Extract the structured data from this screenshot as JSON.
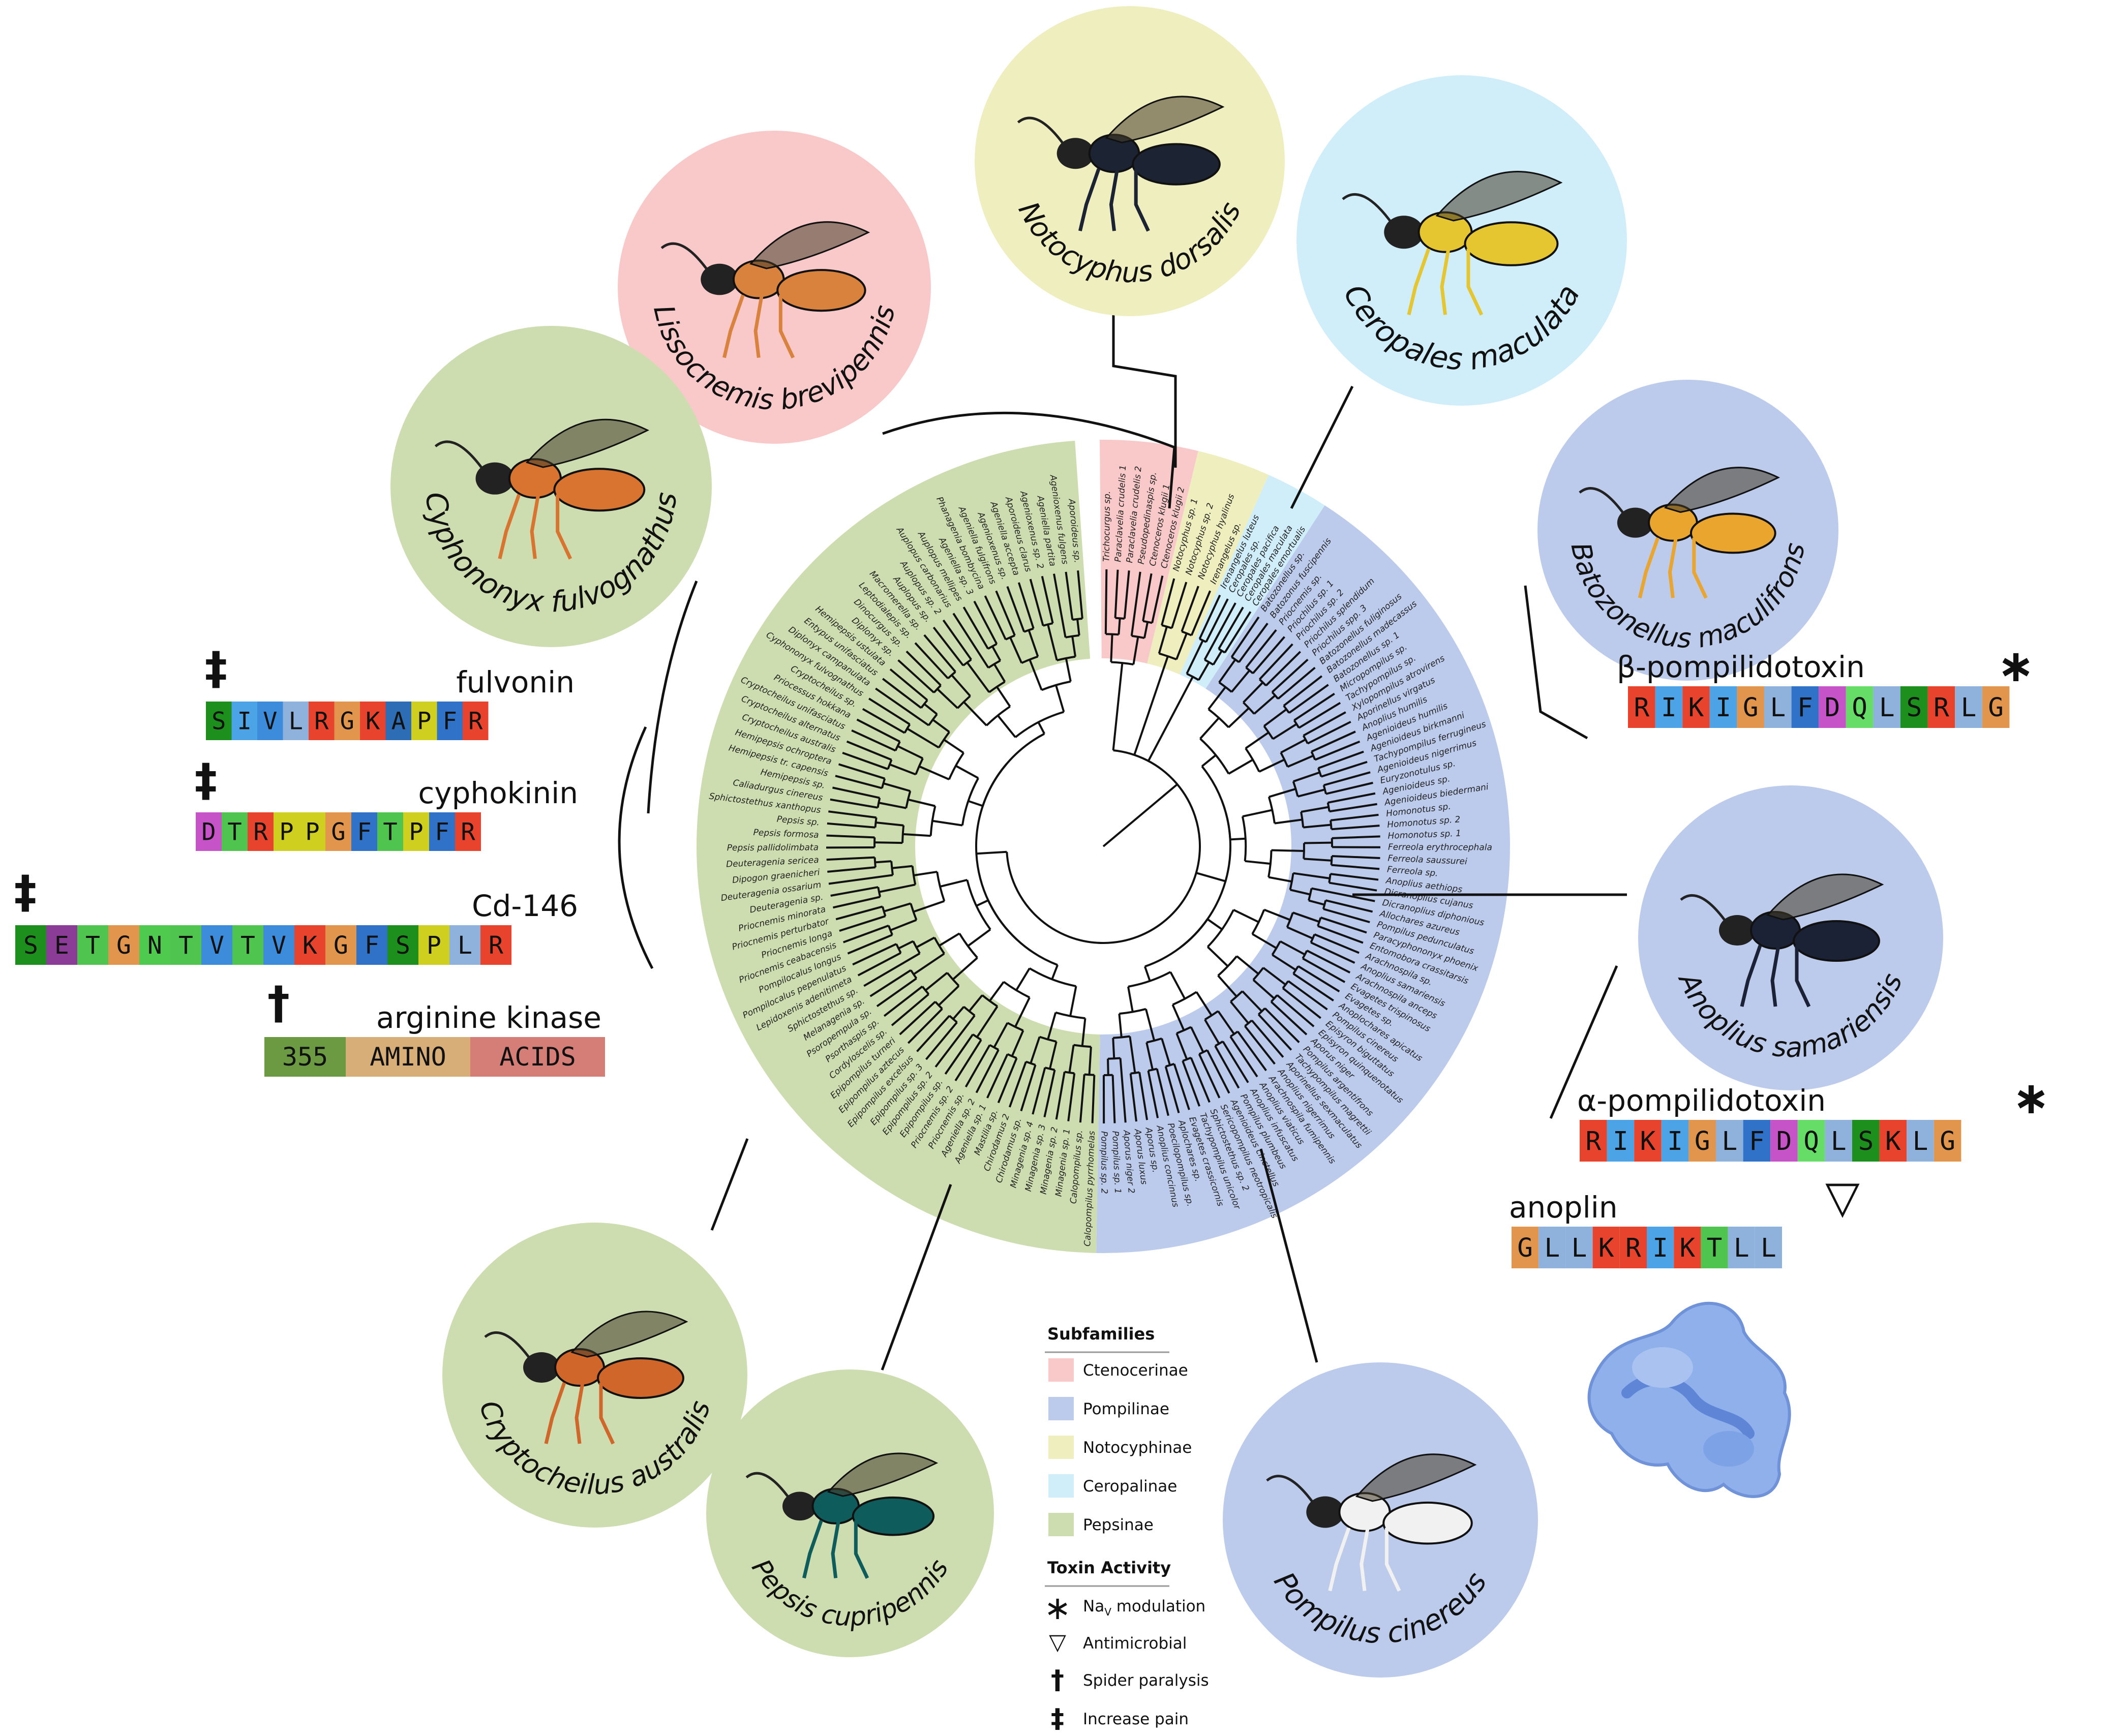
{
  "subfamilies": {
    "ctenocerinae": {
      "name": "Ctenocerinae",
      "color": "#f9c9c9"
    },
    "pompilinae": {
      "name": "Pompilinae",
      "color": "#bccbec"
    },
    "notocyphinae": {
      "name": "Notocyphinae",
      "color": "#efeebf"
    },
    "ceropalinae": {
      "name": "Ceropalinae",
      "color": "#cfeefa"
    },
    "pepsinae": {
      "name": "Pepsinae",
      "color": "#cdddb0"
    }
  },
  "species_circles": [
    {
      "id": "lissocnemis",
      "name": "Lissocnemis brevipennis",
      "subfamily": "ctenocerinae"
    },
    {
      "id": "notocyphus",
      "name": "Notocyphus dorsalis",
      "subfamily": "notocyphinae"
    },
    {
      "id": "ceropales",
      "name": "Ceropales maculata",
      "subfamily": "ceropalinae"
    },
    {
      "id": "batozonellus",
      "name": "Batozonellus maculifrons",
      "subfamily": "pompilinae"
    },
    {
      "id": "cyphononyx",
      "name": "Cyphononyx fulvognathus",
      "subfamily": "pepsinae"
    },
    {
      "id": "anoplius",
      "name": "Anoplius samariensis",
      "subfamily": "pompilinae"
    },
    {
      "id": "cryptocheilus",
      "name": "Cryptocheilus australis",
      "subfamily": "pepsinae"
    },
    {
      "id": "pepsis",
      "name": "Pepsis cupripennis",
      "subfamily": "pepsinae"
    },
    {
      "id": "pompilus",
      "name": "Pompilus cinereus",
      "subfamily": "pompilinae"
    }
  ],
  "peptides": [
    {
      "id": "fulvonin",
      "name": "fulvonin",
      "symbol": "‡",
      "residues": [
        "S",
        "I",
        "V",
        "L",
        "R",
        "G",
        "K",
        "A",
        "P",
        "F",
        "R"
      ]
    },
    {
      "id": "cyphokinin",
      "name": "cyphokinin",
      "symbol": "‡",
      "residues": [
        "D",
        "T",
        "R",
        "P",
        "P",
        "G",
        "F",
        "T",
        "P",
        "F",
        "R"
      ]
    },
    {
      "id": "cd146",
      "name": "Cd-146",
      "symbol": "‡",
      "residues": [
        "S",
        "E",
        "T",
        "G",
        "N",
        "T",
        "V",
        "T",
        "V",
        "K",
        "G",
        "F",
        "S",
        "P",
        "L",
        "R"
      ]
    },
    {
      "id": "arginine-kinase",
      "name": "arginine kinase",
      "symbol": "†",
      "blocks": [
        "355",
        "AMINO",
        "ACIDS"
      ]
    },
    {
      "id": "beta-pompilidotoxin",
      "name": "β-pompilidotoxin",
      "symbol": "∗",
      "residues": [
        "R",
        "I",
        "K",
        "I",
        "G",
        "L",
        "F",
        "D",
        "Q",
        "L",
        "S",
        "R",
        "L",
        "G"
      ]
    },
    {
      "id": "alpha-pompilidotoxin",
      "name": "α-pompilidotoxin",
      "symbol": "∗",
      "residues": [
        "R",
        "I",
        "K",
        "I",
        "G",
        "L",
        "F",
        "D",
        "Q",
        "L",
        "S",
        "K",
        "L",
        "G"
      ]
    },
    {
      "id": "anoplin",
      "name": "anoplin",
      "symbol": "▽",
      "residues": [
        "G",
        "L",
        "L",
        "K",
        "R",
        "I",
        "K",
        "T",
        "L",
        "L"
      ]
    }
  ],
  "residue_colors": {
    "A": "#2c6db5",
    "C": "#e0d04a",
    "D": "#c653c7",
    "E": "#8a3c96",
    "F": "#2f72c8",
    "G": "#e2954c",
    "H": "#8fb5d6",
    "I": "#4ca3e6",
    "K": "#e8432c",
    "L": "#8fb2dc",
    "M": "#7fc46f",
    "N": "#4fca4f",
    "P": "#cfcf1f",
    "Q": "#66dd66",
    "R": "#e8432c",
    "S": "#1d8f1d",
    "T": "#4fc44f",
    "V": "#3d8cdc",
    "W": "#2f72c8",
    "Y": "#6fb2d6"
  },
  "arginine_block_colors": [
    "#6b9a42",
    "#d8ae78",
    "#d57e78"
  ],
  "legend": {
    "subfamilies_title": "Subfamilies",
    "toxin_title": "Toxin Activity",
    "toxin_items": [
      {
        "symbol": "∗",
        "label_main": "Na",
        "label_sub": "V",
        "label_rest": " modulation"
      },
      {
        "symbol": "▽",
        "label_main": "Antimicrobial",
        "label_sub": "",
        "label_rest": ""
      },
      {
        "symbol": "†",
        "label_main": "Spider paralysis",
        "label_sub": "",
        "label_rest": ""
      },
      {
        "symbol": "‡",
        "label_main": "Increase pain",
        "label_sub": "",
        "label_rest": ""
      }
    ]
  },
  "tree_tips": {
    "ctenocerinae": [
      "Trichocurgus sp.",
      "Paraclavelia crudelis 1",
      "Paraclavelia crudelis 2",
      "Pseudopedinaspis sp.",
      "Ctenoceros klugii 1",
      "Ctenoceros klugii 2"
    ],
    "notocyphinae": [
      "Notocyphus sp. 1",
      "Notocyphus sp. 2",
      "Notocyphus hyalinus",
      "Irenangelus sp."
    ],
    "ceropalinae": [
      "Irenangelus luteus",
      "Ceropales sp.",
      "Ceropales pacifica",
      "Ceropales maculata",
      "Ceropales emortualis"
    ],
    "pompilinae": [
      "Batozonellus sp.",
      "Batozonus fuscipennis",
      "Priocnemis sp.",
      "Priochilus sp. 1",
      "Priochilus sp. 2",
      "Priochilus splendidum",
      "Priochilus spp. 3",
      "Batozonellus fuliginosus",
      "Batozonellus madecassus",
      "Batozonellus sp. 1",
      "Micropompilus sp.",
      "Tachypompilus sp.",
      "Xylopompilus atrovirens",
      "Aporinellus virgatus",
      "Anoplius humilis",
      "Agenioideus humilis",
      "Agenioideus birkmanni",
      "Tachypompilus ferrugineus",
      "Agenioideus nigerrimus",
      "Euryzonotulus sp.",
      "Agenioideus sp.",
      "Agenioideus biedermani",
      "Homonotus sp.",
      "Homonotus sp. 2",
      "Homonotus sp. 1",
      "Ferreola erythrocephala",
      "Ferreola saussurei",
      "Ferreola sp.",
      "Anoplius aethiops",
      "Dicranoplius cujanus",
      "Dicranoplius diphonious",
      "Allochares azureus",
      "Pompilus pedunculatus",
      "Paracyphononyx phoenix",
      "Entomobora crassitarsis",
      "Arachnospila sp.",
      "Anoplius samariensis",
      "Arachnospila anceps",
      "Evagetes trispinosus",
      "Evagetes sp.",
      "Anoplochares apicatus",
      "Pompilus cinereus",
      "Episyron biguttatus",
      "Episyron quinquenotatus",
      "Aporus niger",
      "Pompilus argentifrons",
      "Tachypompilus magrettii",
      "Aporinellus sexmaculatus",
      "Anoplius nigerrimus",
      "Arachnospila fumipennis",
      "Anoplius viaticus",
      "Anoplius infuscatus",
      "Pompilus plumbeus",
      "Agenioideus cinctellus",
      "Sericopompilus neotropicalis",
      "Sphictostethus sp. 2",
      "Tachypompilus unicolor",
      "Evagetes crassicornis",
      "Aplochares sp.",
      "Poecilopompilus sp.",
      "Anoplius concinnus",
      "Aporus sp.",
      "Aporus luxus",
      "Aporus niger 2",
      "Pompilus sp. 1",
      "Pompilus sp. 2"
    ],
    "pepsinae": [
      "Calopompilus pyrrhomelas",
      "Calopompilus sp.",
      "Minagenia sp. 1",
      "Minagenia sp. 2",
      "Minagenia sp. 3",
      "Minagenia sp. 4",
      "Chirodamus sp.",
      "Chirodamus 2",
      "Mastilia sp.",
      "Ageniella sp. 1",
      "Ageniella sp. 2",
      "Priocnemis sp.",
      "Priocnemis sp. 2",
      "Epipompilus sp.",
      "Epipompilus sp. 2",
      "Epipompilus sp. 3",
      "Epipompilus excelsus",
      "Epipompilus aztecus",
      "Epipompilus turneri",
      "Cordyloscelis sp.",
      "Psorthaspis sp.",
      "Psoropempula sp.",
      "Melanagenia sp.",
      "Sphictostethus sp.",
      "Lepidoxenis adenitimeta",
      "Pompilocalus pepenulatus",
      "Pompilocalus longus",
      "Priocnemis ceabacensis",
      "Priocnemis longa",
      "Priocnemis perturbator",
      "Priocnemis minorata",
      "Deuteragenia sp.",
      "Deuteragenia ossarium",
      "Dipogon graenicheri",
      "Deuteragenia sericea",
      "Pepsis pallidolimbata",
      "Pepsis formosa",
      "Pepsis sp.",
      "Sphictostethus xanthopus",
      "Caliadurgus cinereus",
      "Hemipepsis sp.",
      "Hemipepsis tr. capensis",
      "Hemipepsis ochroptera",
      "Cryptocheilus australis",
      "Cryptocheilus alternatus",
      "Cryptocheilus unifasciatus",
      "Priocessus hokkana",
      "Cryptocheilus sp.",
      "Cyphononyx fulvognathus",
      "Diplonyx campanulata",
      "Entypus unifasciatus",
      "Hemipepsis ustulata",
      "Diplonyx sp.",
      "Dinocurgus sp.",
      "Leptodialepis sp.",
      "Macromerella sp.",
      "Auplopus sp.",
      "Auplopus sp. 2",
      "Auplopus carbonarius",
      "Auplopus mellipes",
      "Ageniella sp. 3",
      "Phanagenia bombycina",
      "Ageniella fulgifrons",
      "Agenioxenus sp.",
      "Ageniella accepta",
      "Aporoideus clarus",
      "Agenioxenus sp. 2",
      "Ageniella partita",
      "Agenioxenus fulgens",
      "Aporoideus sp."
    ]
  }
}
